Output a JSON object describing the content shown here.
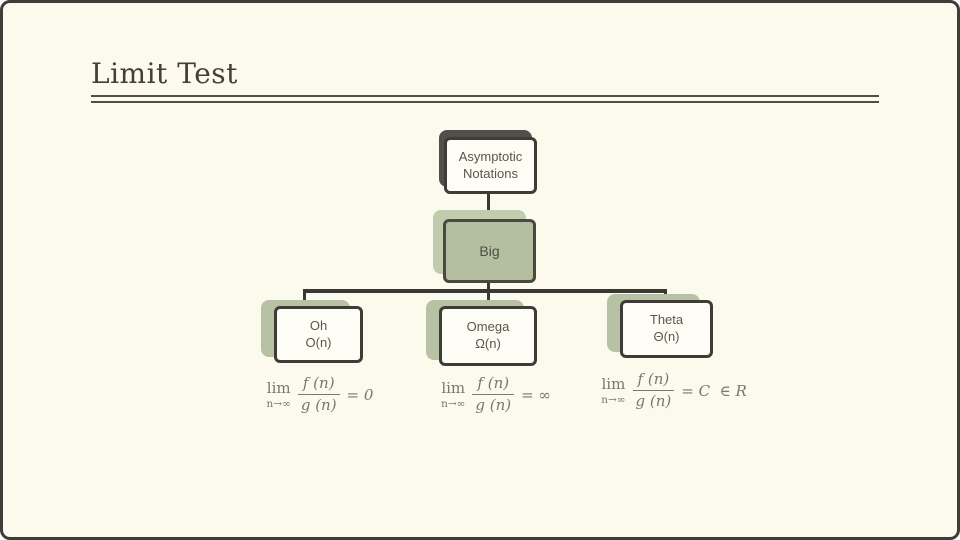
{
  "title": "Limit Test",
  "diagram": {
    "root": {
      "line1": "Asymptotic",
      "line2": "Notations"
    },
    "big": {
      "label": "Big"
    },
    "children": [
      {
        "name": "Oh",
        "notation": "O(n)"
      },
      {
        "name": "Omega",
        "notation": "Ω(n)"
      },
      {
        "name": "Theta",
        "notation": "Θ(n)"
      }
    ],
    "formulas": [
      {
        "lim": "lim",
        "limsub": "n→∞",
        "num": "f (n)",
        "den": "g (n)",
        "rhs": "= 0"
      },
      {
        "lim": "lim",
        "limsub": "n→∞",
        "num": "f (n)",
        "den": "g (n)",
        "rhs": "= ∞"
      },
      {
        "lim": "lim",
        "limsub": "n→∞",
        "num": "f (n)",
        "den": "g (n)",
        "rhs": "= C  ∈ R"
      }
    ]
  },
  "colors": {
    "background": "#fcfaec",
    "frame": "#3f3d38",
    "green_fill": "#b4bfa1",
    "green_back": "#b7c1a4",
    "card_border": "#3e3c37",
    "connector": "#3a3834",
    "title_text": "#473e33",
    "formula_text": "#7b7671"
  }
}
